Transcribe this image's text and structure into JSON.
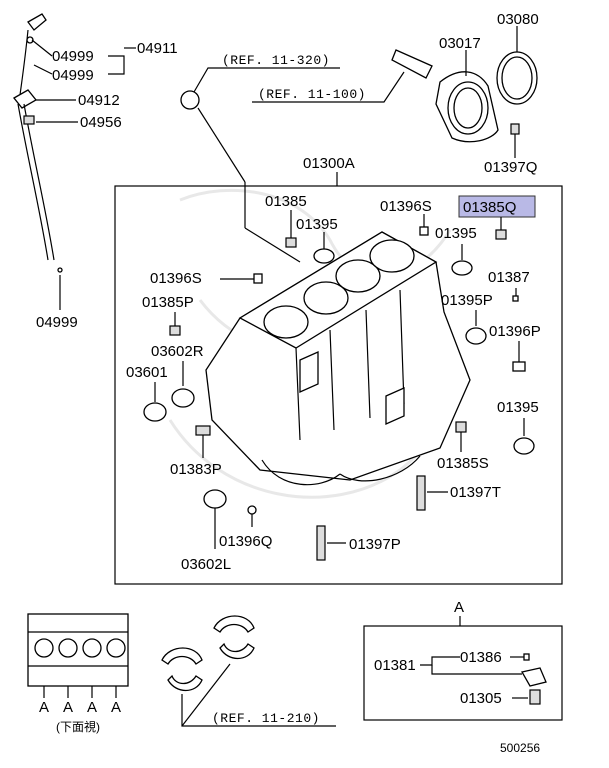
{
  "parts": {
    "p04911": "04911",
    "p04999_a": "04999",
    "p04999_b": "04999",
    "p04999_c": "04999",
    "p04912": "04912",
    "p04956": "04956",
    "p03080": "03080",
    "p03017": "03017",
    "p01397Q": "01397Q",
    "p01300A": "01300A",
    "p01385": "01385",
    "p01395_a": "01395",
    "p01396S_a": "01396S",
    "p01385Q": "01385Q",
    "p01395_b": "01395",
    "p01396S_b": "01396S",
    "p01387": "01387",
    "p01385P": "01385P",
    "p01395P": "01395P",
    "p03602R": "03602R",
    "p01396P": "01396P",
    "p03601": "03601",
    "p01395_c": "01395",
    "p01383P": "01383P",
    "p01385S": "01385S",
    "p01397T": "01397T",
    "p01396Q": "01396Q",
    "p01397P": "01397P",
    "p03602L": "03602L",
    "p01381": "01381",
    "p01386": "01386",
    "p01305": "01305"
  },
  "refs": {
    "ref_11_320": "(REF. 11-320)",
    "ref_11_100": "(REF. 11-100)",
    "ref_11_210": "(REF. 11-210)"
  },
  "callouts": {
    "detail_a": "A",
    "a1": "A",
    "a2": "A",
    "a3": "A",
    "a4": "A",
    "bottom_view": "(下面視)"
  },
  "highlighted_part": "01385Q",
  "highlight_color": "#b9b9e6",
  "diagram_number": "500256"
}
